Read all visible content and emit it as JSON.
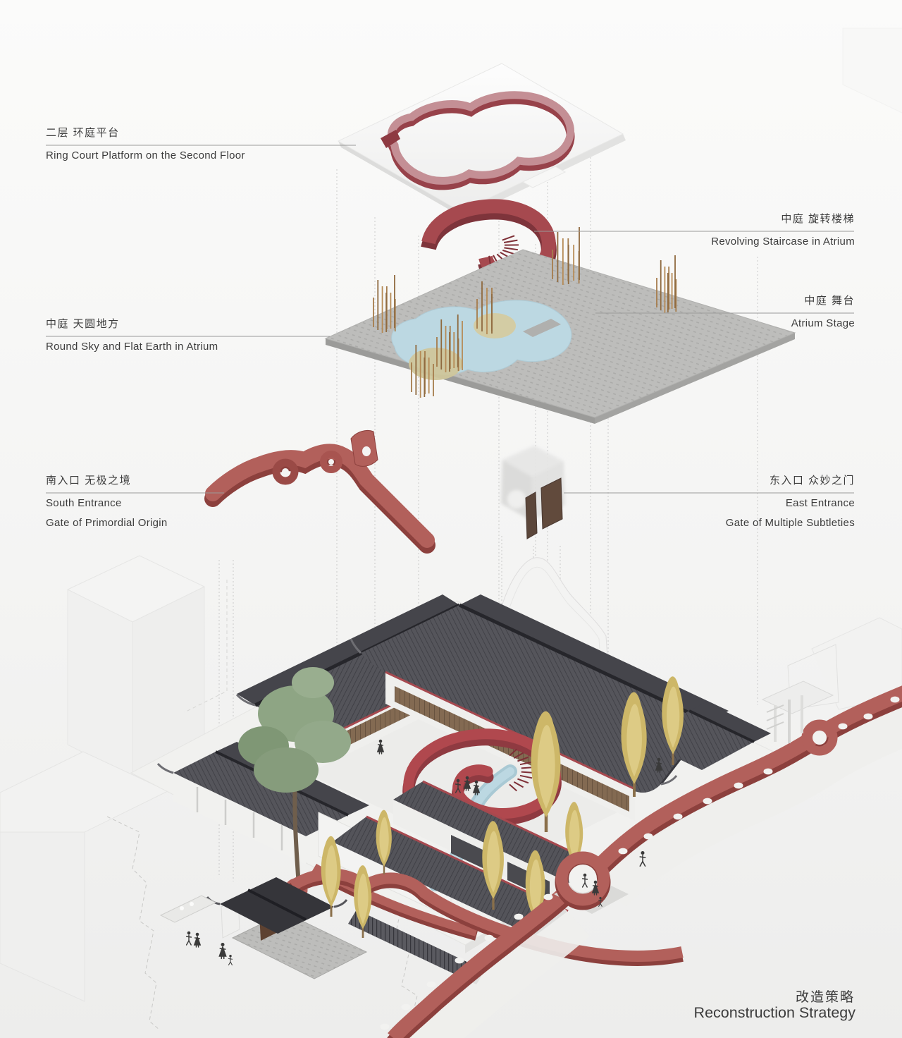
{
  "page": {
    "kind": "architectural exploded axonometric diagram"
  },
  "title": {
    "zh": "改造策略",
    "en": "Reconstruction Strategy"
  },
  "annotations": {
    "ring_court_platform": {
      "zh": "二层 环庭平台",
      "en": "Ring Court Platform on the Second Floor"
    },
    "revolving_staircase": {
      "zh": "中庭 旋转楼梯",
      "en": "Revolving Staircase in Atrium"
    },
    "atrium_stage": {
      "zh": "中庭 舞台",
      "en": "Atrium Stage"
    },
    "round_sky_flat_earth": {
      "zh": "中庭 天圆地方",
      "en": "Round Sky and Flat Earth in Atrium"
    },
    "south_entrance": {
      "zh": "南入口 无极之境",
      "en": "South Entrance",
      "en2": "Gate of Primordial Origin"
    },
    "east_entrance": {
      "zh": "东入口 众妙之门",
      "en": "East Entrance",
      "en2": "Gate of Multiple Subtleties"
    }
  },
  "model_parts": [
    "ring-court-platform",
    "revolving-staircase",
    "atrium-stage-platform",
    "south-entrance-ribbon",
    "east-entrance-gate",
    "main-courtyard-building",
    "courtyard-spiral-ramp",
    "atrium-pond",
    "perimeter-red-wall",
    "moon-gate",
    "gate-pavilion",
    "courtyard-tree",
    "ginkgo-trees",
    "pedestrians"
  ],
  "colors": {
    "accent_red": "#a6494f",
    "ribbon_red": "#b2605b",
    "ribbon_red_dark": "#8c403d",
    "ring_pink_top": "#c48f95",
    "ring_red_side": "#97424a",
    "court_ring_red": "#b0484e",
    "roof_tile": "#54545a",
    "roof_dark": "#3f3f45",
    "wood_brown": "#7a5e44",
    "pond_blue": "#bcd8e2",
    "stage_olive": "#cfc69b",
    "stone_gray": "#bdbdbb",
    "tree_green": "#8ba081",
    "ginkgo_yellow": "#cdb768",
    "text": "#3c3c3c",
    "leader": "#9a9a9a",
    "guide": "#bdbdbd",
    "bg_top": "#fbfbfa",
    "bg_bottom": "#ededec"
  }
}
